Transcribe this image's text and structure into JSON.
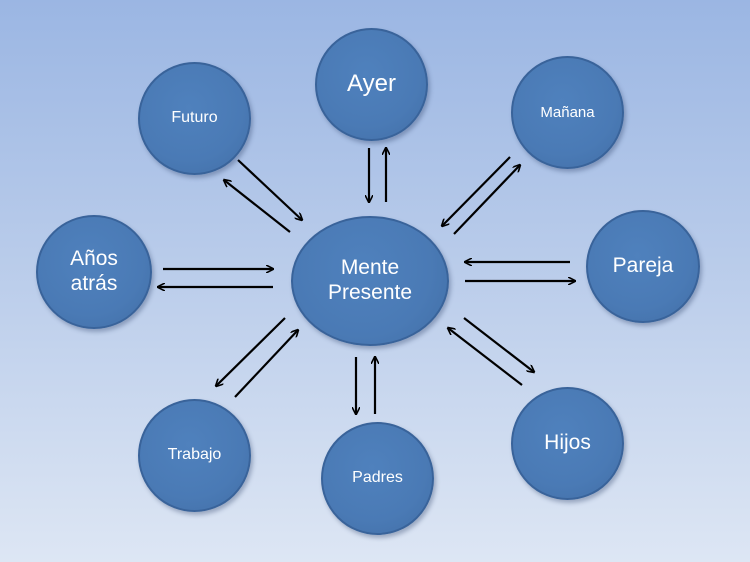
{
  "diagram": {
    "center": "Mente\nPresente",
    "nodes": {
      "ayer": "Ayer",
      "futuro": "Futuro",
      "manana": "Mañana",
      "anos_atras": "Años\natrás",
      "pareja": "Pareja",
      "trabajo": "Trabajo",
      "padres": "Padres",
      "hijos": "Hijos"
    }
  },
  "colors": {
    "node_fill": "#4f81bd",
    "node_border": "#39639a",
    "text": "#ffffff",
    "arrow": "#000000"
  }
}
